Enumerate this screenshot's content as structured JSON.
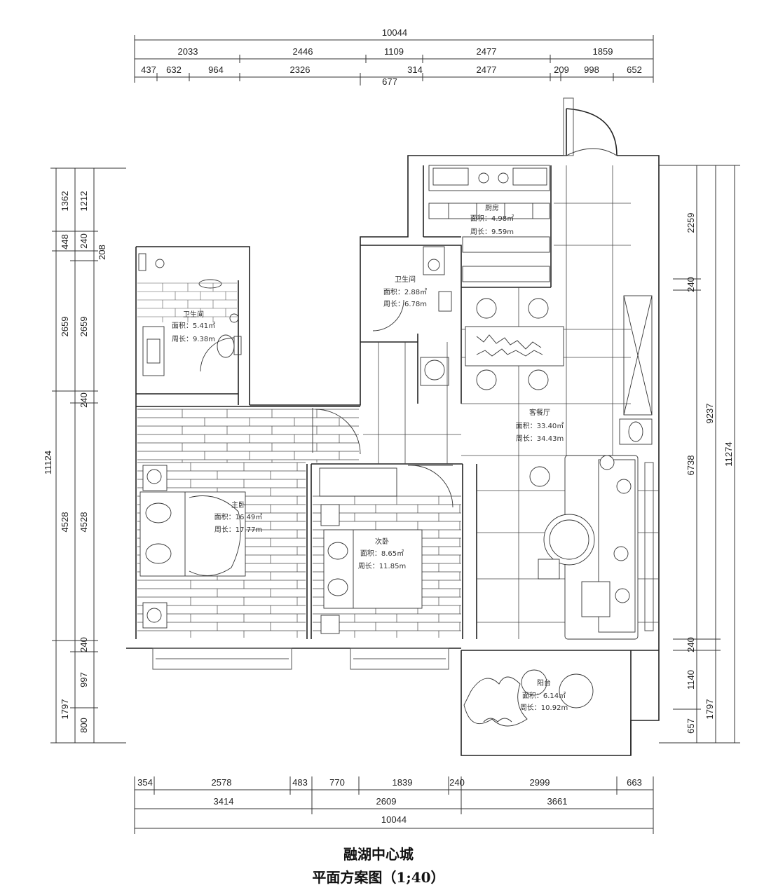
{
  "drawing": {
    "title": "融湖中心城",
    "subtitle": "平面方案图（1;40）"
  },
  "dimensions": {
    "top_total": "10044",
    "top_row1": [
      "2033",
      "2446",
      "1109",
      "2477",
      "1859"
    ],
    "top_row2": [
      "437",
      "632",
      "964",
      "2326",
      "314",
      "2477",
      "209",
      "998",
      "652"
    ],
    "top_extra": "677",
    "bottom_row1": [
      "354",
      "2578",
      "483",
      "770",
      "1839",
      "240",
      "2999",
      "663"
    ],
    "bottom_row2": [
      "3414",
      "2609",
      "3661"
    ],
    "bottom_total": "10044",
    "left_outer": [
      "1362",
      "448",
      "2659",
      "11124",
      "4528",
      "1797"
    ],
    "left_inner": [
      "1212",
      "240",
      "208",
      "2659",
      "240",
      "4528",
      "240",
      "997",
      "800"
    ],
    "right_inner": [
      "2259",
      "240",
      "6738",
      "240",
      "1140",
      "657"
    ],
    "right_outer": [
      "9237",
      "11274",
      "1797"
    ]
  },
  "rooms": {
    "kitchen": {
      "name": "厨房",
      "area": "面积：4.98㎡",
      "perimeter": "周长：9.59m"
    },
    "bath_center": {
      "name": "卫生间",
      "area": "面积：2.88㎡",
      "perimeter": "周长：6.78m"
    },
    "bath_left": {
      "name": "卫生间",
      "area": "面积：5.41㎡",
      "perimeter": "周长：9.38m"
    },
    "living": {
      "name": "客餐厅",
      "area": "面积：33.40㎡",
      "perimeter": "周长：34.43m"
    },
    "master": {
      "name": "主卧",
      "area": "面积：16.49㎡",
      "perimeter": "周长：17.77m"
    },
    "second": {
      "name": "次卧",
      "area": "面积：8.65㎡",
      "perimeter": "周长：11.85m"
    },
    "balcony": {
      "name": "阳台",
      "area": "面积：6.14㎡",
      "perimeter": "周长：10.92m"
    }
  }
}
